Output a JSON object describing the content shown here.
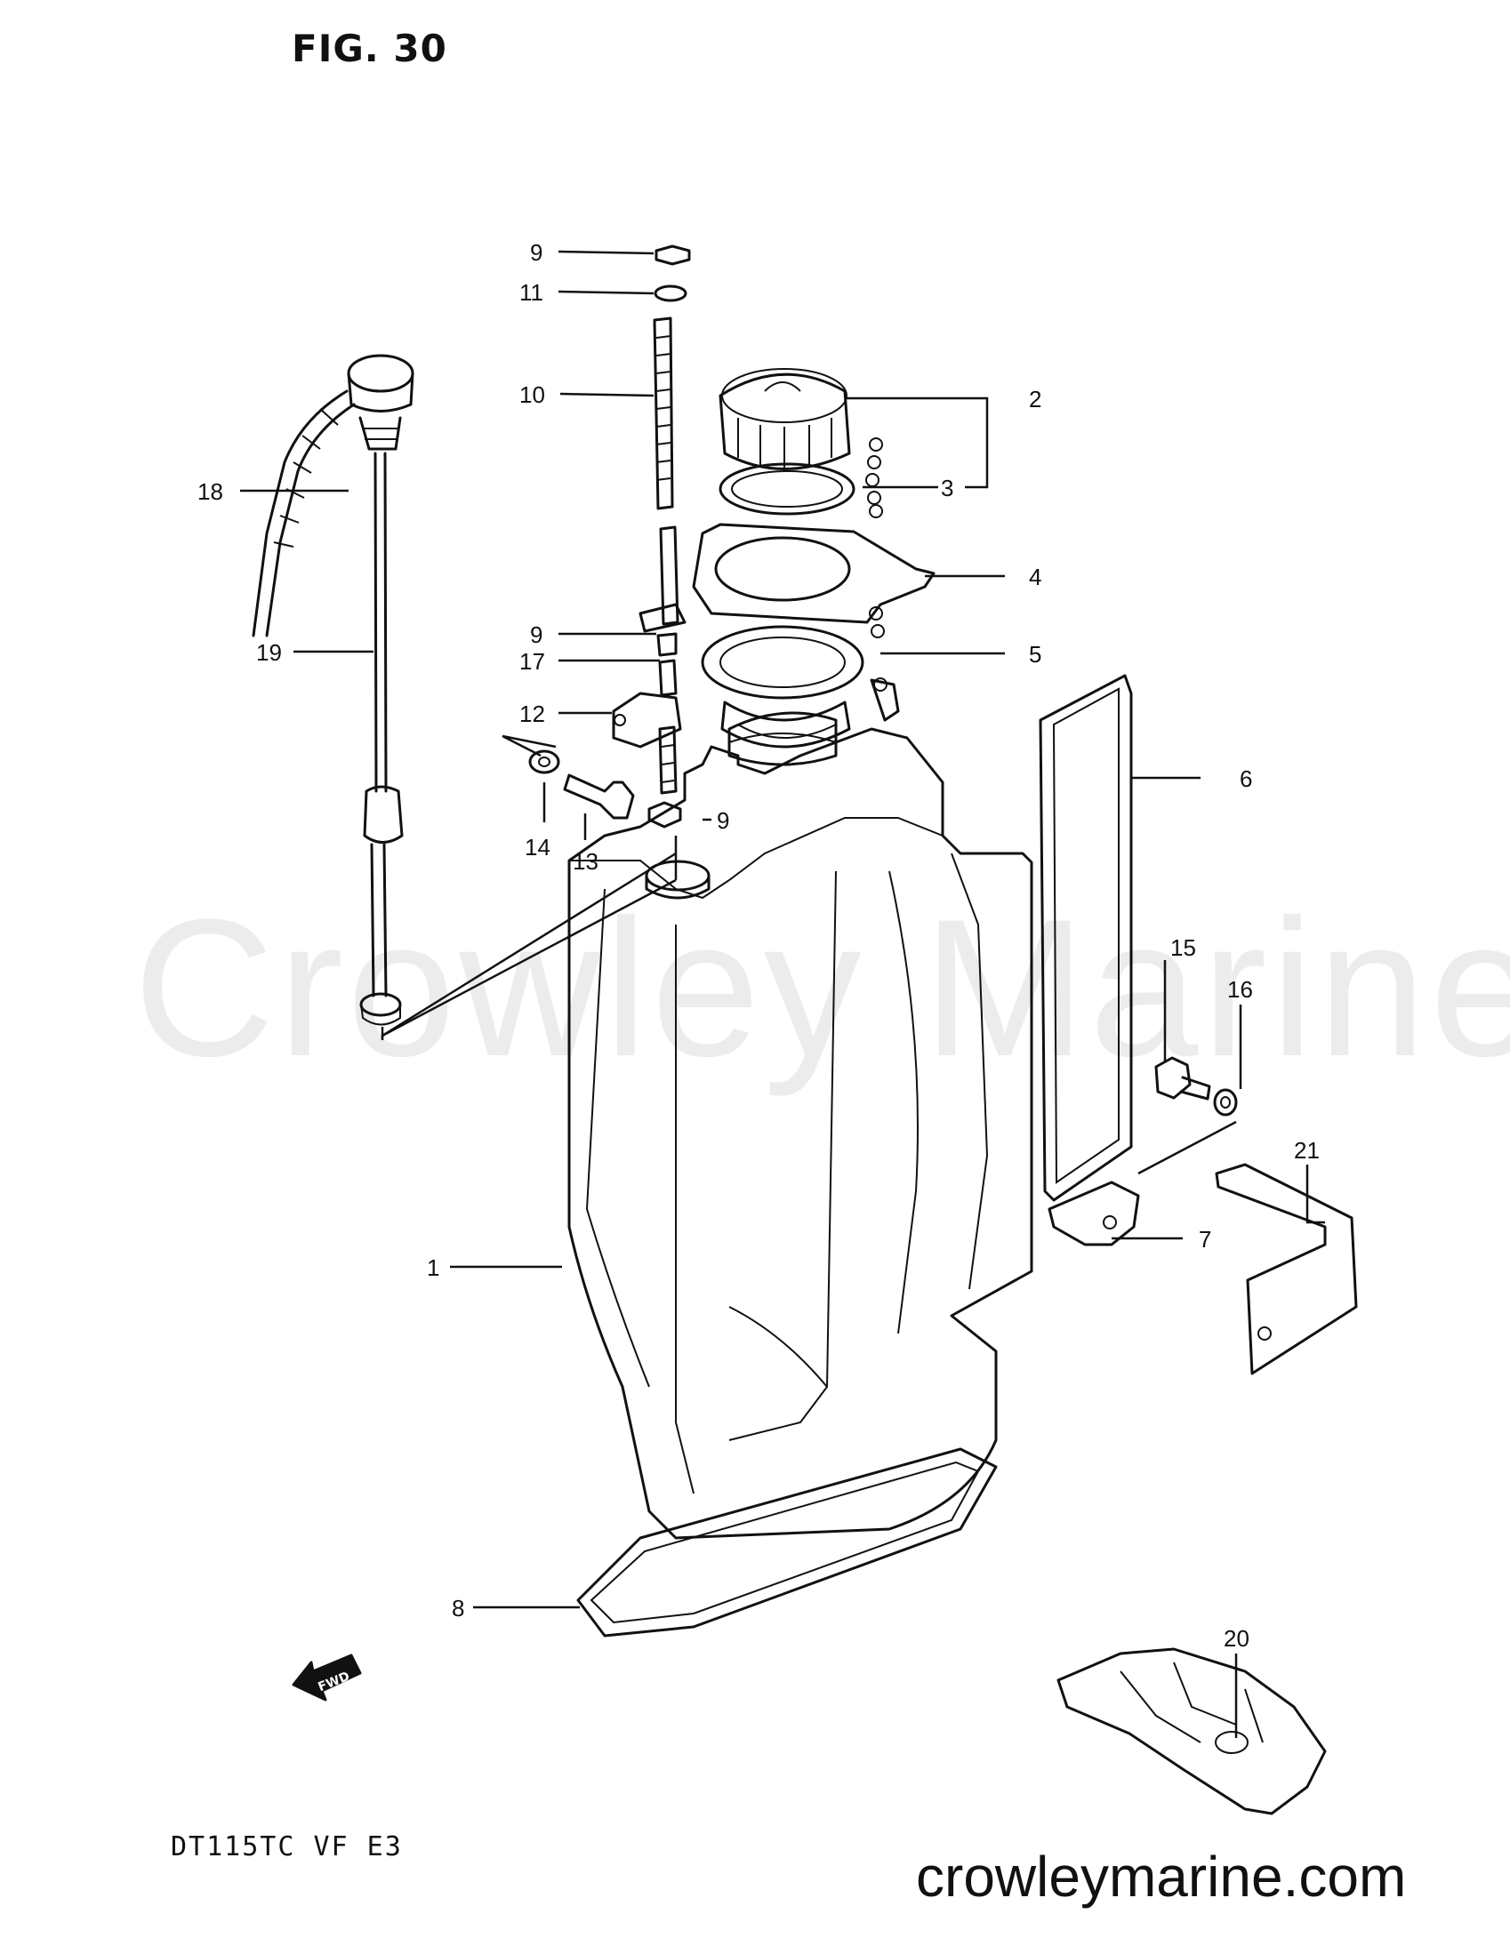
{
  "figure_title": "FIG. 30",
  "model_code": "DT115TC  VF  E3",
  "watermark": "Crowley Marine",
  "website": "crowleymarine.com",
  "direction_arrow": "FWD",
  "callouts": {
    "n1": "1",
    "n2": "2",
    "n3": "3",
    "n4": "4",
    "n5": "5",
    "n6": "6",
    "n7": "7",
    "n8": "8",
    "n9a": "9",
    "n9b": "9",
    "n9c": "9",
    "n10": "10",
    "n11": "11",
    "n12": "12",
    "n13": "13",
    "n14": "14",
    "n15": "15",
    "n16": "16",
    "n17": "17",
    "n18": "18",
    "n19": "19",
    "n20": "20",
    "n21": "21"
  }
}
